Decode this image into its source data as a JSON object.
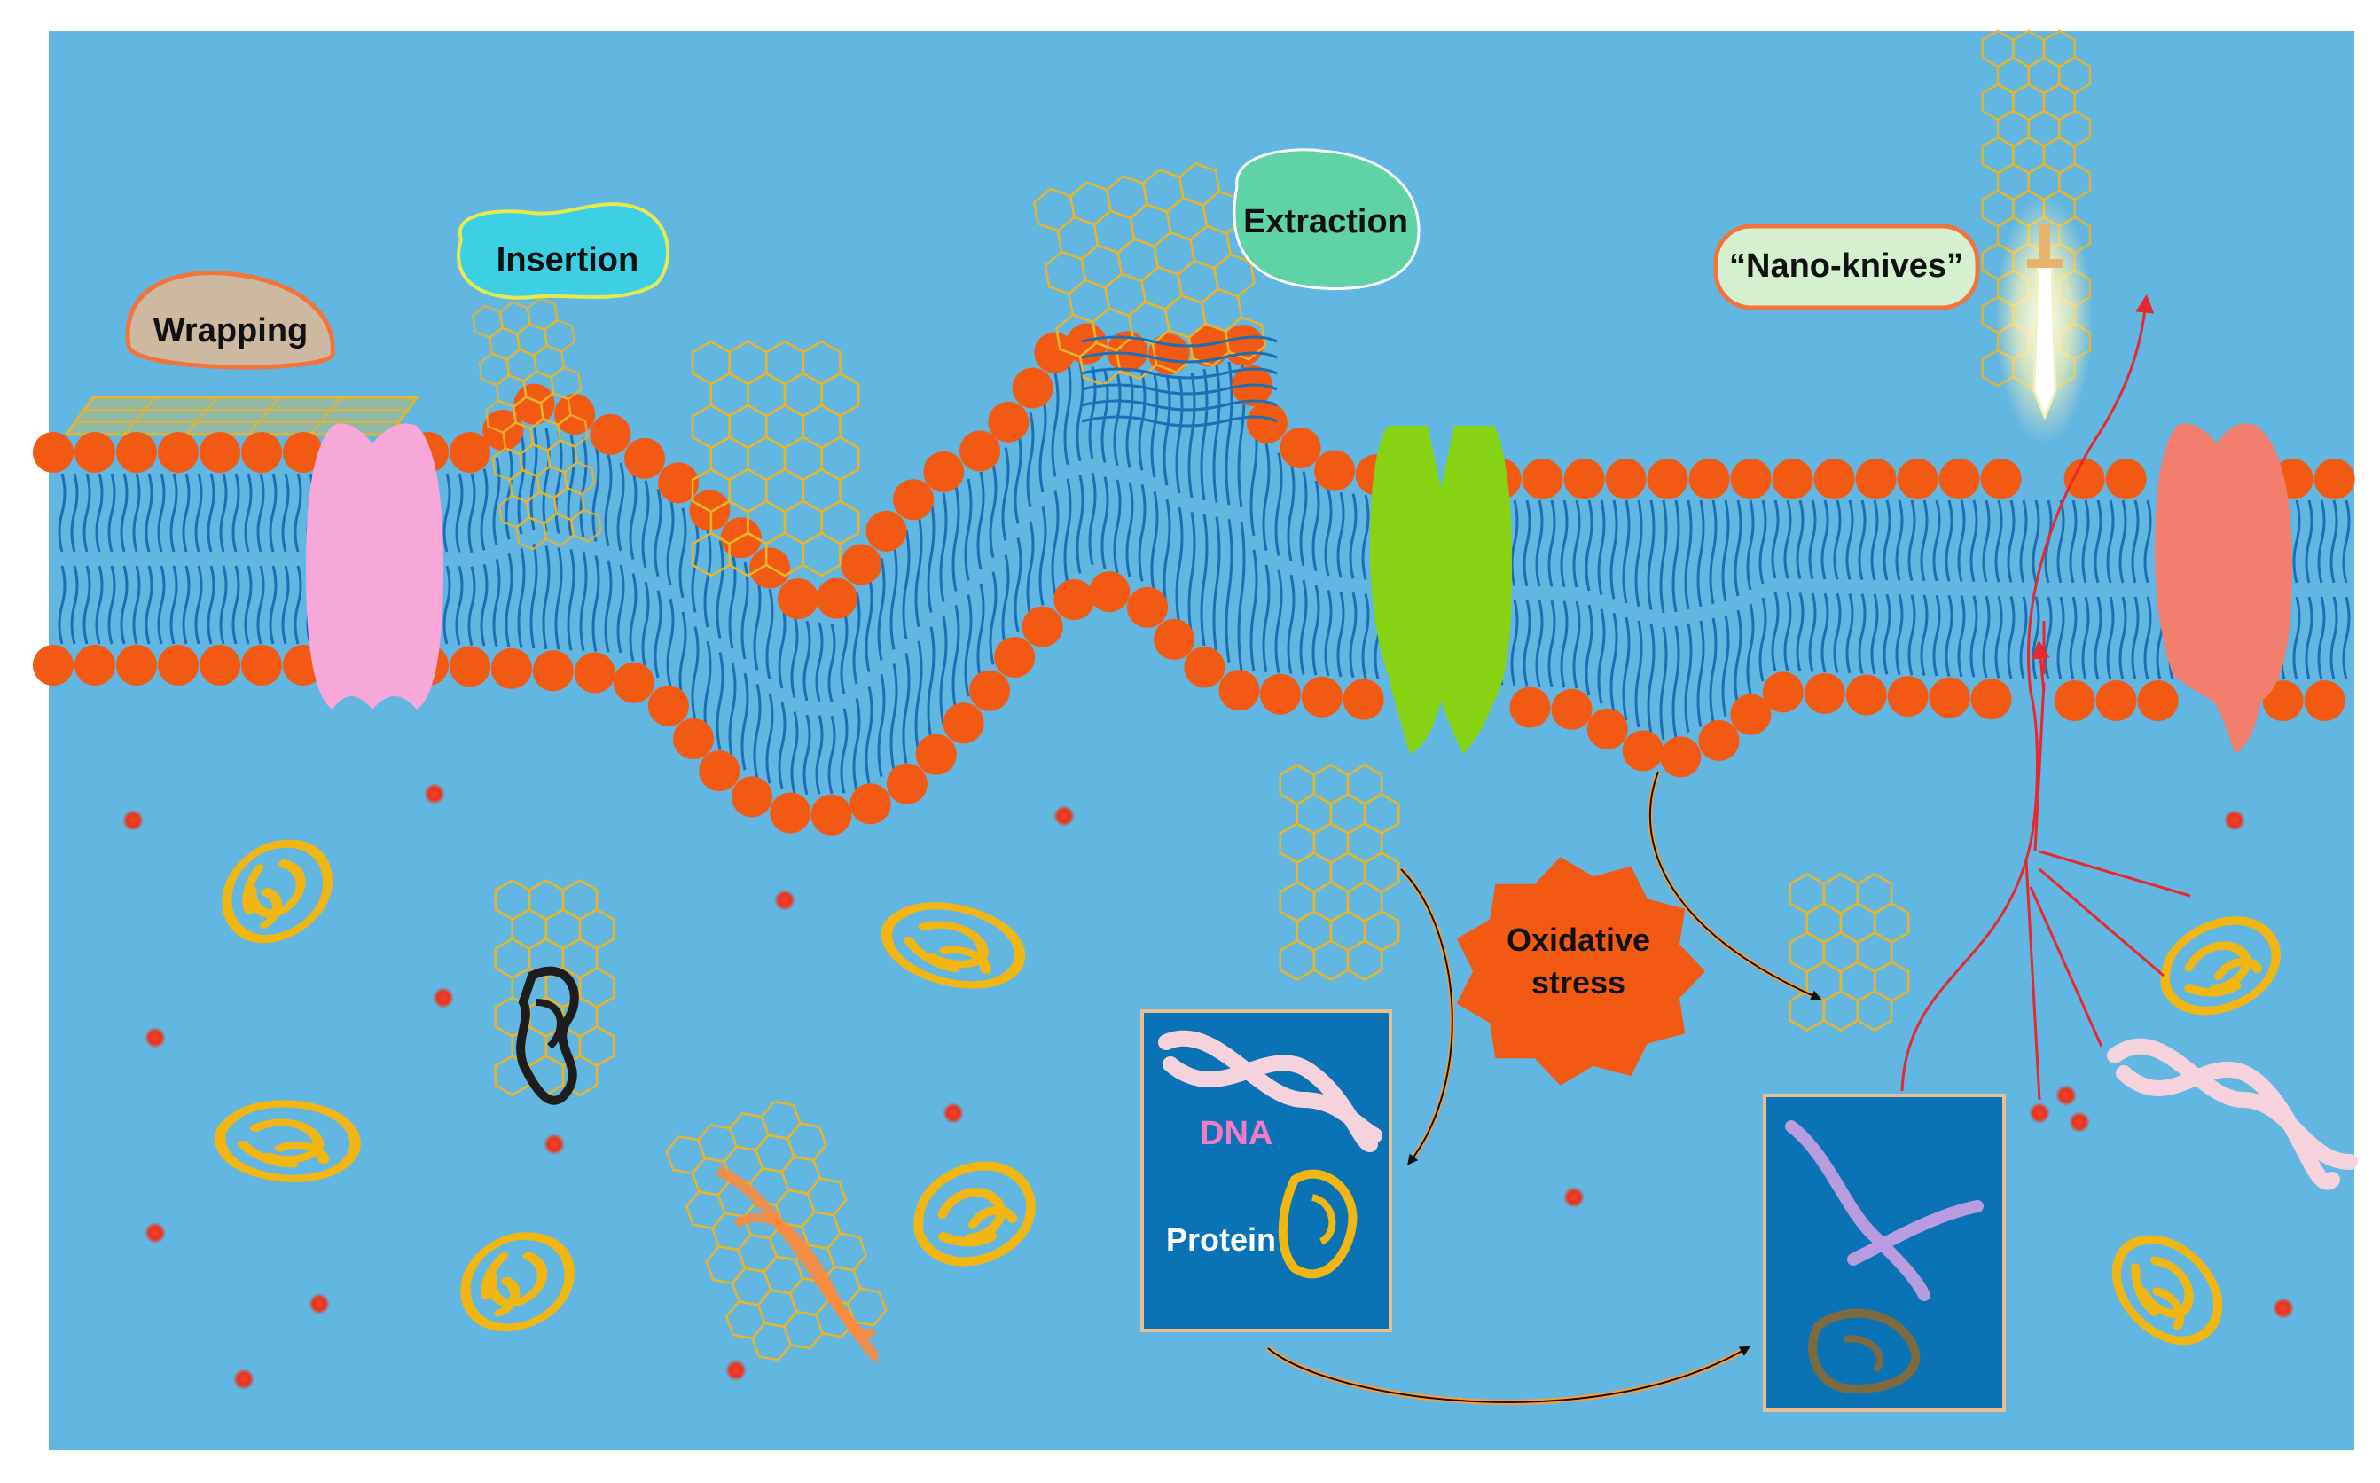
{
  "labels": {
    "wrapping": "Wrapping",
    "insertion": "Insertion",
    "extraction": "Extraction",
    "nano_knives": "“Nano-knives”",
    "oxidative_1": "Oxidative",
    "oxidative_2": "stress",
    "dna": "DNA",
    "protein": "Protein"
  },
  "colors": {
    "background": "#62b6e2",
    "lipid_head": "#f25a14",
    "lipid_tail": "#1a6fb5",
    "graphene": "#e8b429",
    "channel_pink": "#f7a8d8",
    "channel_green": "#86d313",
    "channel_salmon": "#f27e6e",
    "protein_yellow": "#f2b613",
    "dna_pink": "#f6d2dd",
    "dna_lilac": "#b99be0",
    "panel_blue": "#0a73b6",
    "ros_red": "#e8341c",
    "arrow_orange": "#ff9a33",
    "wrapping_bubble": "#cdb9a2",
    "insertion_bubble": "#3bd0e4",
    "extraction_bubble": "#5fd3a6",
    "nano_bubble": "#d5f0cf",
    "oxidative_burst": "#f25a14"
  }
}
